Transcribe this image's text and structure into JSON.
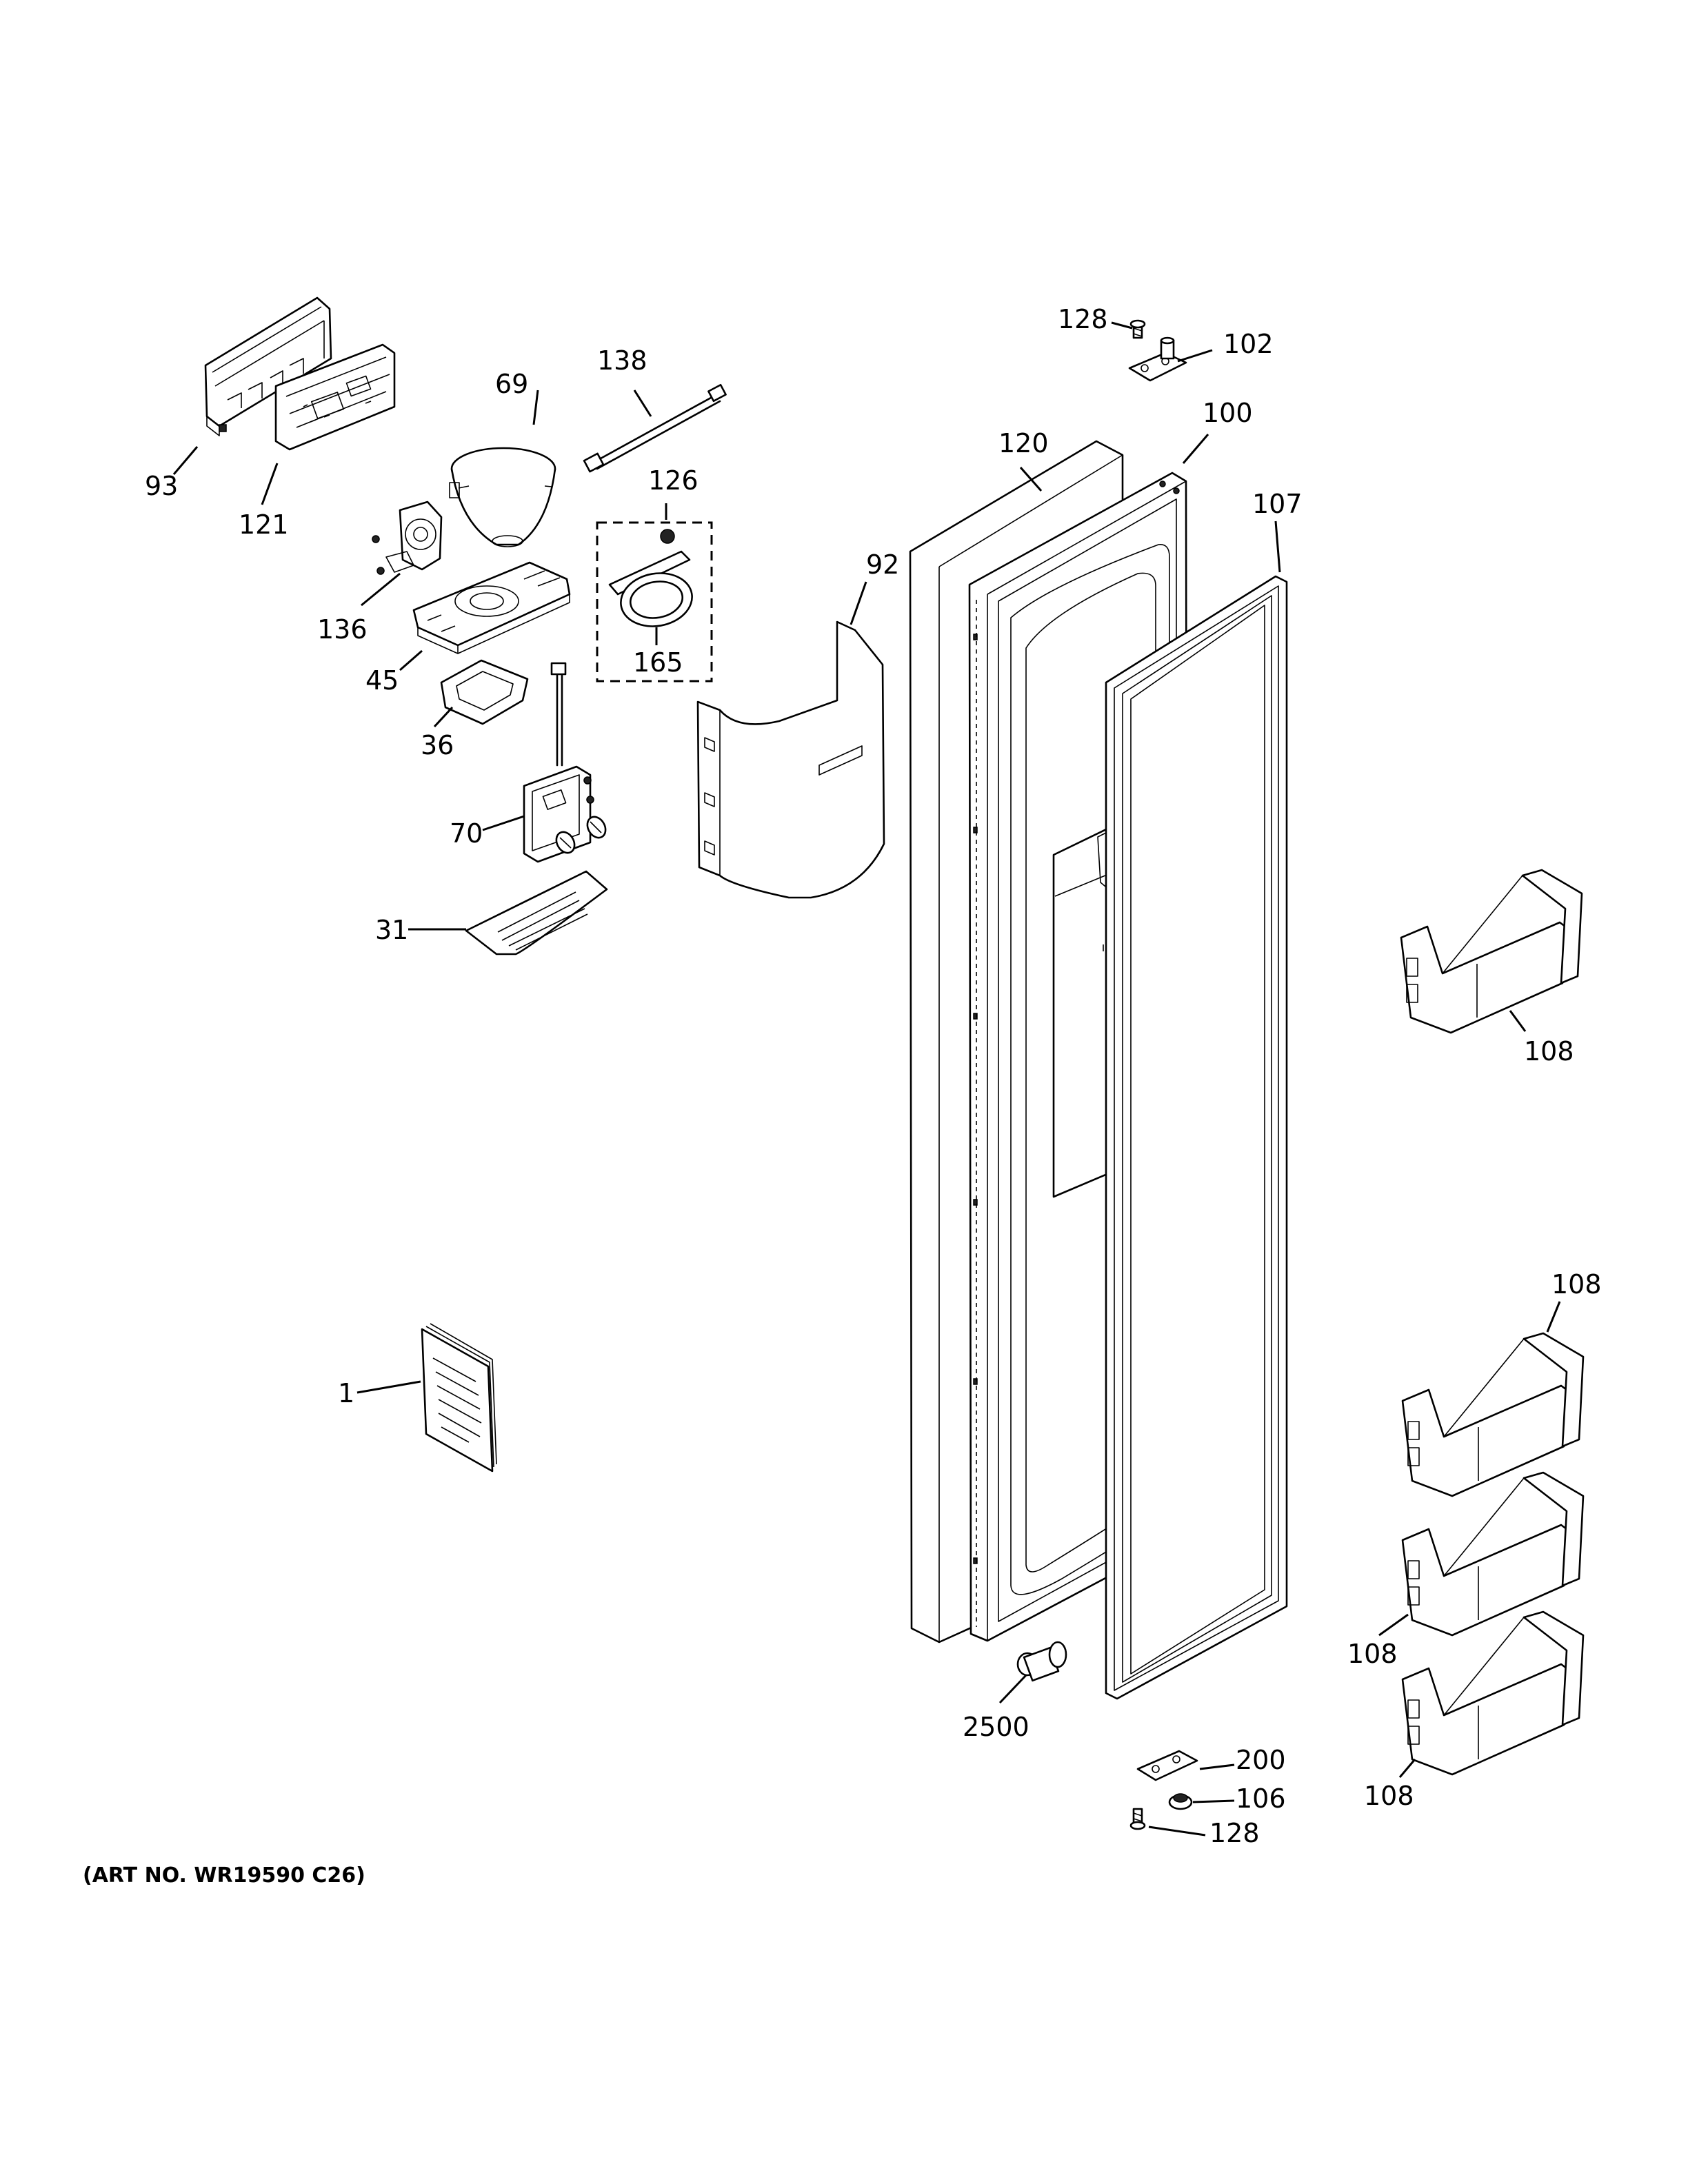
{
  "art_number": "(ART NO. WR19590 C26)",
  "callouts": {
    "c93": "93",
    "c121": "121",
    "c69": "69",
    "c138": "138",
    "c126": "126",
    "c165": "165",
    "c136": "136",
    "c45": "45",
    "c36": "36",
    "c70": "70",
    "c31": "31",
    "c92": "92",
    "c1": "1",
    "c128_top": "128",
    "c102": "102",
    "c100": "100",
    "c120": "120",
    "c107": "107",
    "c108_a": "108",
    "c108_b": "108",
    "c108_c": "108",
    "c108_d": "108",
    "c2500": "2500",
    "c200": "200",
    "c106": "106",
    "c128_bottom": "128"
  }
}
